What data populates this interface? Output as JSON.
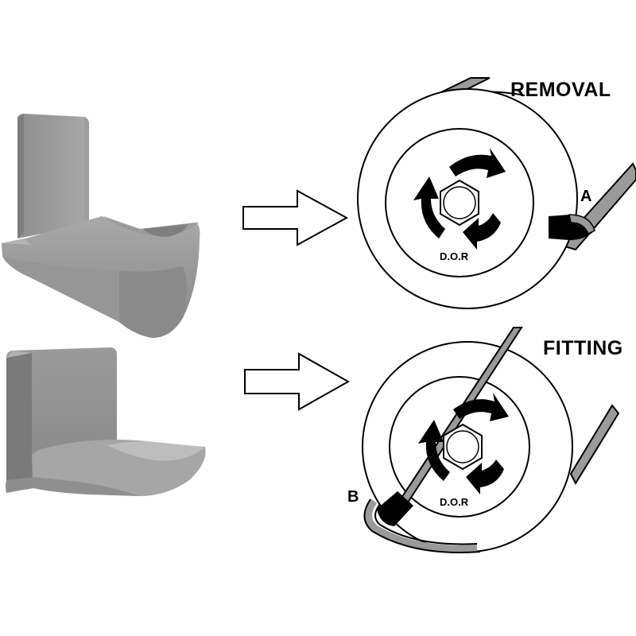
{
  "removal": {
    "heading": "REMOVAL",
    "point_label": "A",
    "direction_label": "D.O.R"
  },
  "fitting": {
    "heading": "FITTING",
    "point_label": "B",
    "direction_label": "D.O.R"
  },
  "colors": {
    "tool_light": "#a3a3a3",
    "tool_mid": "#8c8c8c",
    "tool_dark": "#6e6e6e",
    "tool_shadow": "#5a5a5a",
    "belt": "#9a9a9a",
    "ink": "#000000"
  }
}
